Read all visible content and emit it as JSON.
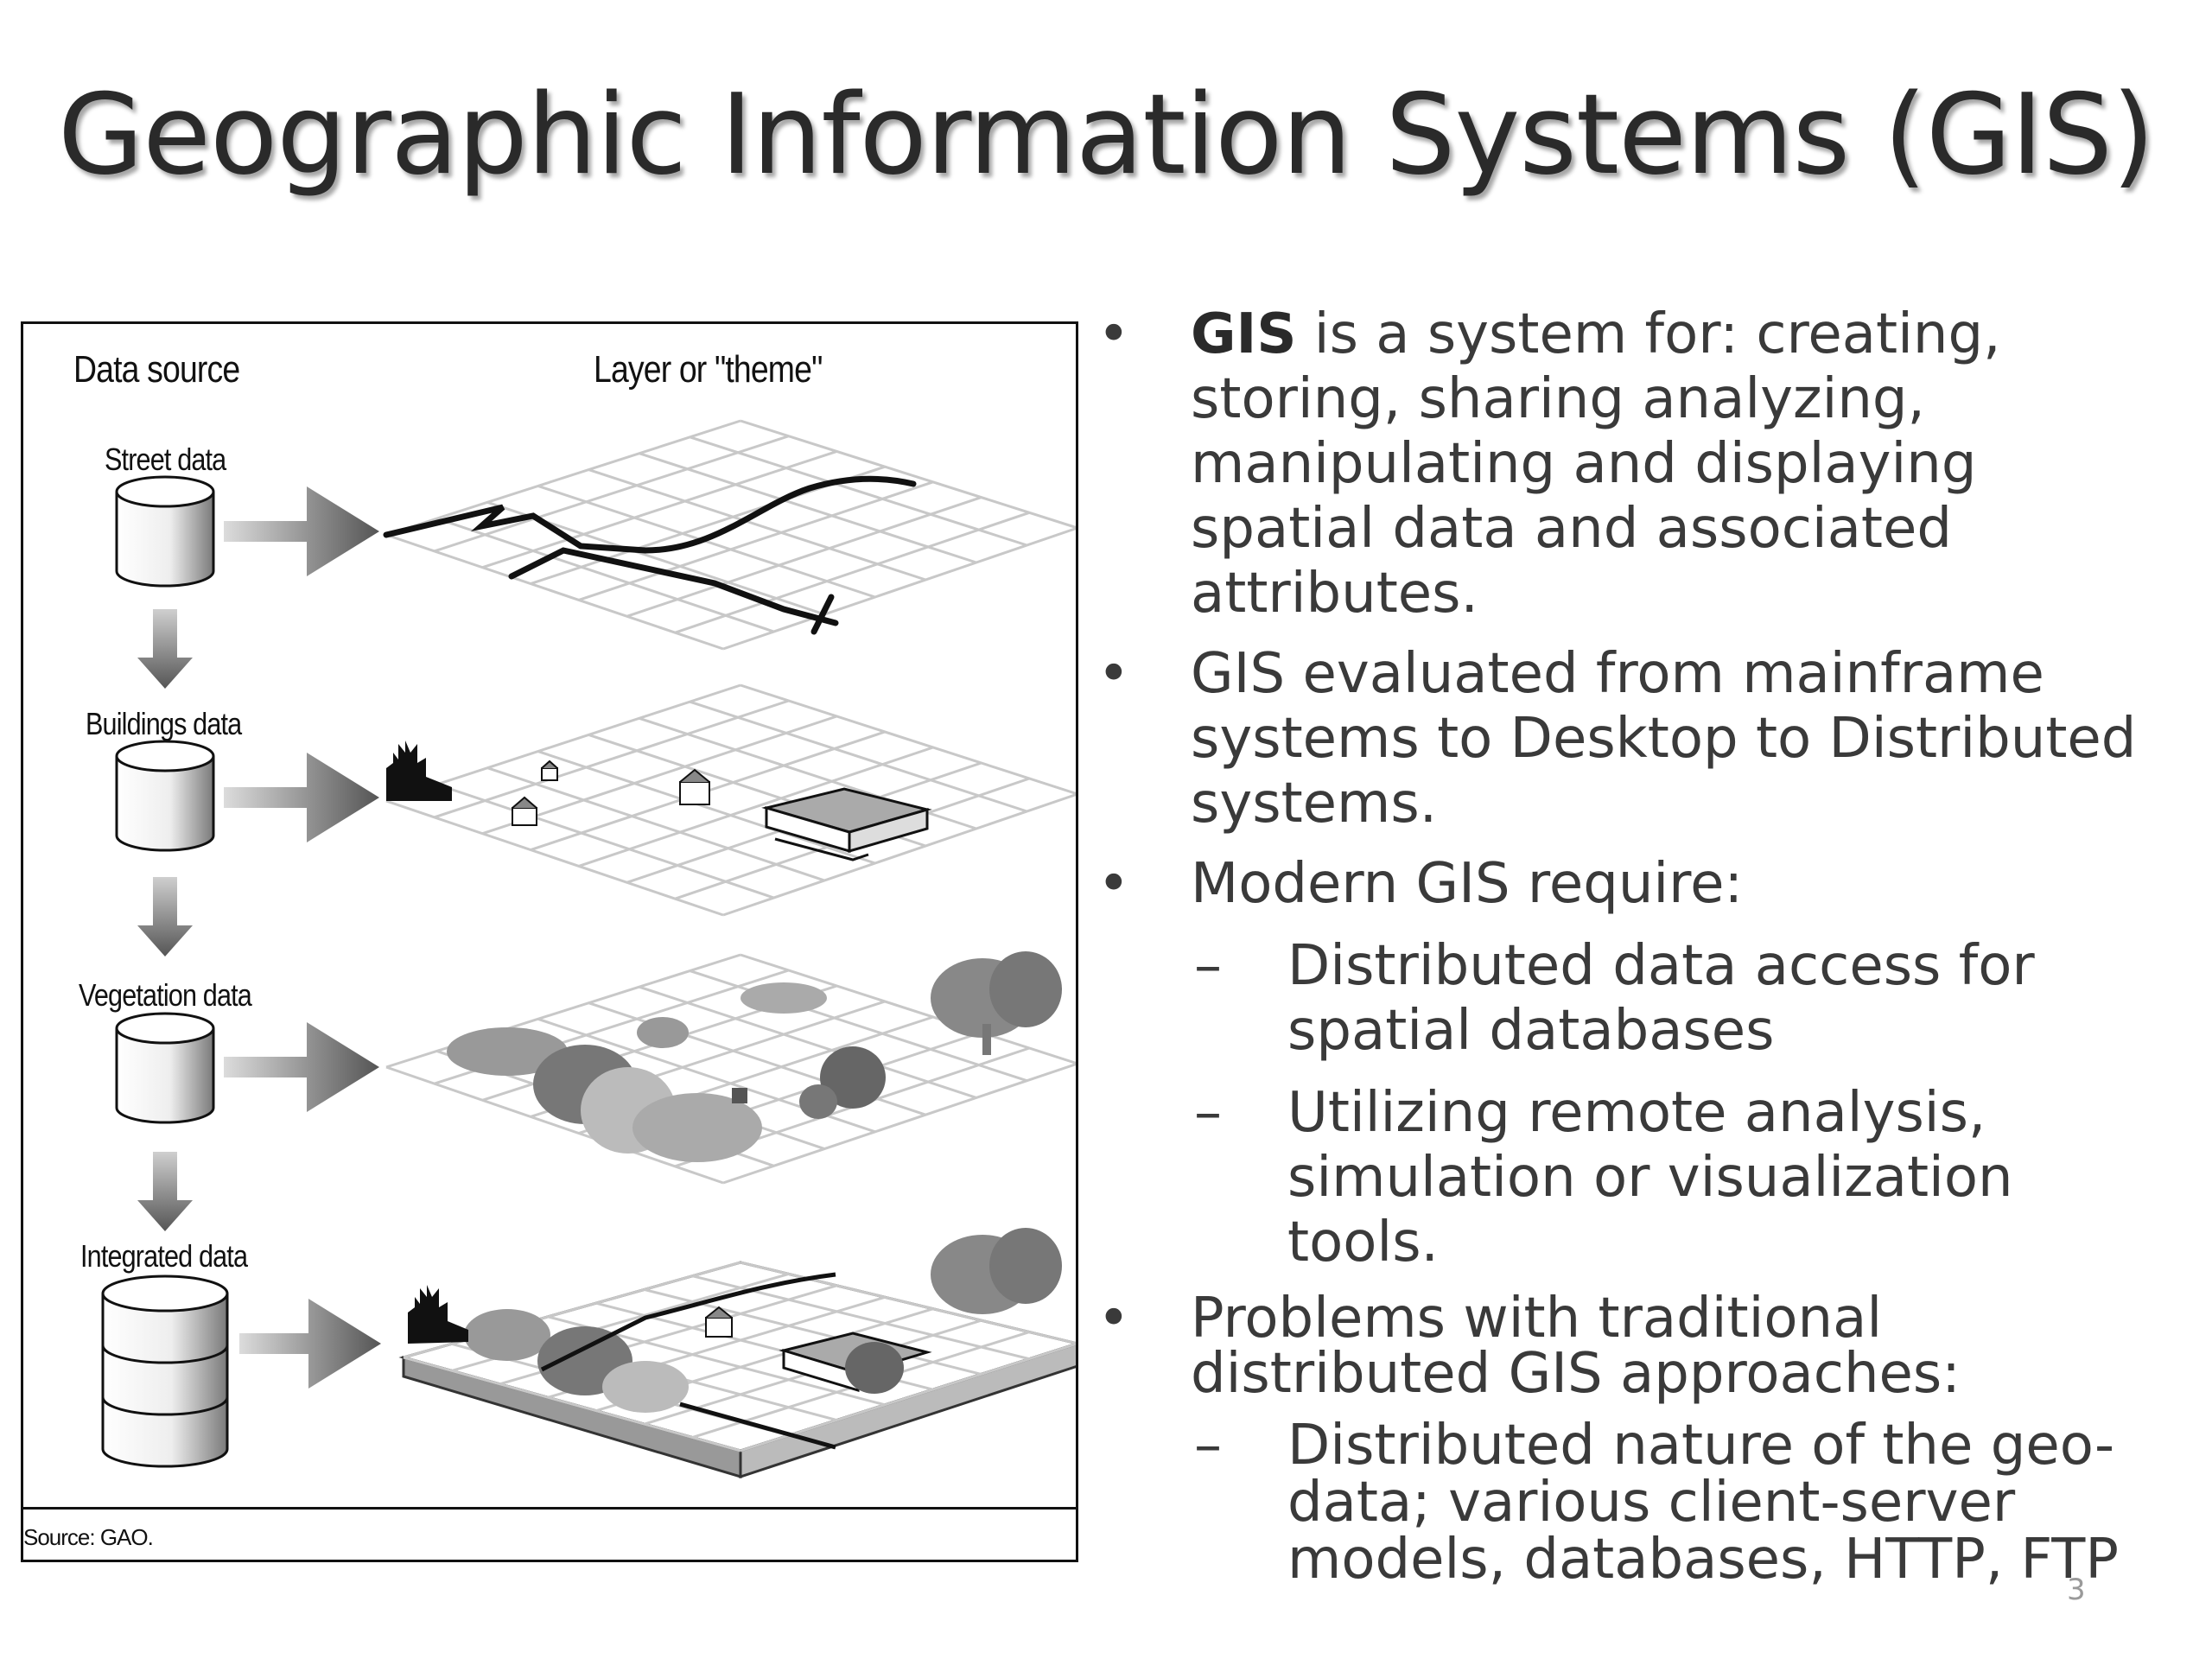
{
  "slide": {
    "title": "Geographic Information Systems (GIS)",
    "page_number": "3"
  },
  "figure": {
    "header_source": "Data source",
    "header_layer": "Layer or \"theme\"",
    "sources": [
      "Street data",
      "Buildings data",
      "Vegetation data",
      "Integrated data"
    ],
    "credit": "Source: GAO."
  },
  "bullets": {
    "b1_bold": "GIS",
    "b1_rest": " is a system for: creating, storing, sharing analyzing, manipulating and displaying spatial data and associated attributes.",
    "b2": "GIS evaluated from mainframe systems to Desktop to Distributed systems.",
    "b3": "Modern GIS require:",
    "b3_sub1": "Distributed data access for spatial databases",
    "b3_sub2": "Utilizing remote analysis, simulation or visualization tools.",
    "b4": "Problems with traditional distributed GIS approaches:",
    "b4_sub1": "Distributed nature of the geo-data; various client-server models, databases, HTTP, FTP"
  },
  "markers": {
    "bullet": "•",
    "dash": "–"
  }
}
